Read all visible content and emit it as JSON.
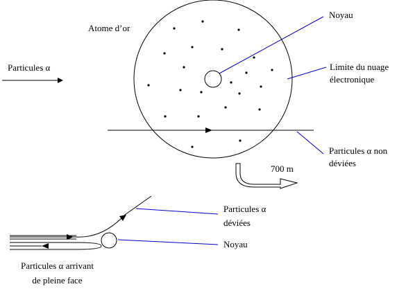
{
  "labels": {
    "atom": "Atome d’or",
    "alpha_particles": "Particules α",
    "nucleus_top": "Noyau",
    "cloud_limit_line1": "Limite du nuage",
    "cloud_limit_line2": "électronique",
    "undeviated_line1": "Particules α non",
    "undeviated_line2": "déviées",
    "scale": "700 m",
    "deviated_line1": "Particules α",
    "deviated_line2": "déviées",
    "nucleus_bottom": "Noyau",
    "headon_line1": "Particules α arrivant",
    "headon_line2": "de pleine face"
  },
  "colors": {
    "leader_lines": "#0000cc",
    "ink": "#000000",
    "background": "#ffffff"
  }
}
